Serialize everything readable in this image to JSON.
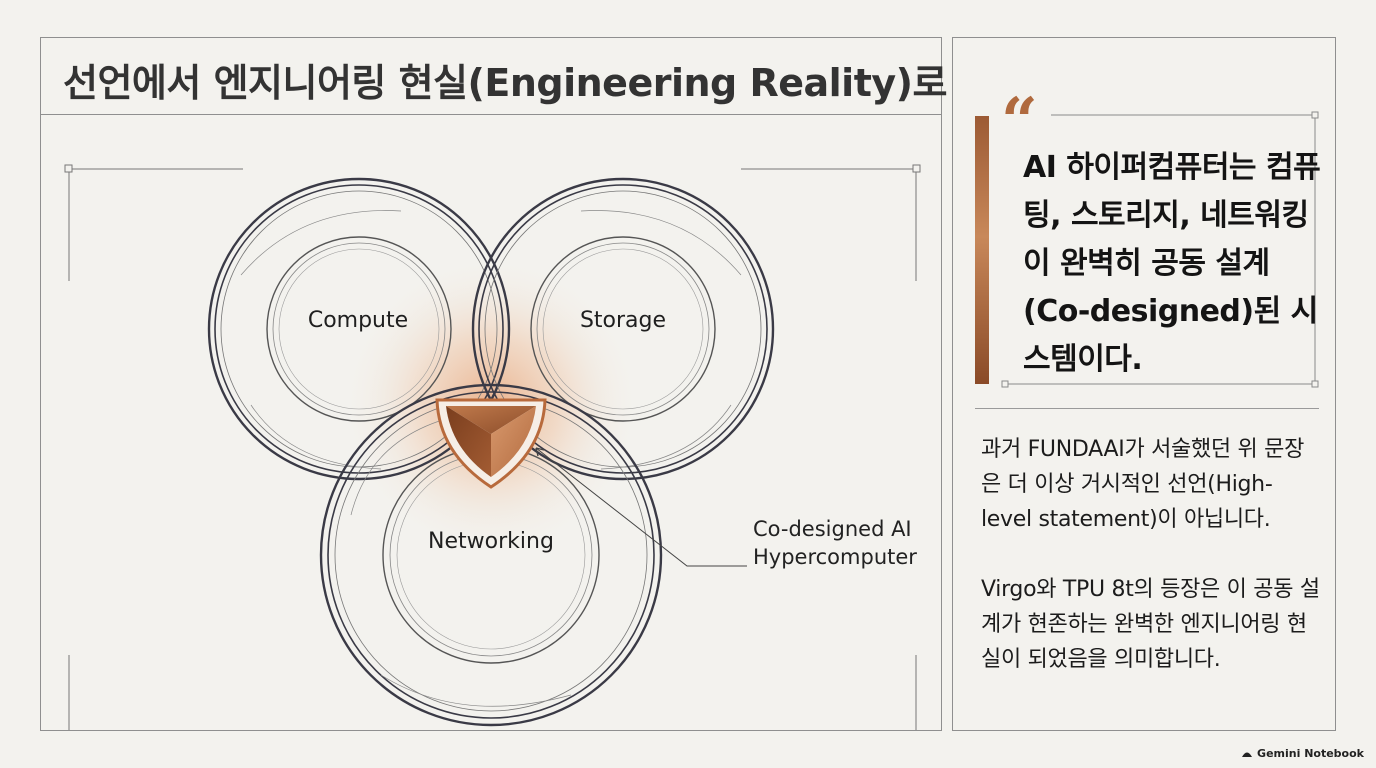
{
  "title": "선언에서 엔지니어링 현실(Engineering Reality)로",
  "diagram": {
    "circles": [
      "Compute",
      "Storage",
      "Networking"
    ],
    "center_label": "Co-designed AI\nHypercomputer",
    "center_label_lines": [
      "Co-designed AI",
      "Hypercomputer"
    ],
    "accent_color": "#b86a3c"
  },
  "quote": {
    "mark": "“",
    "text": "AI 하이퍼컴퓨터는 컴퓨팅, 스토리지, 네트워킹이 완벽히 공동 설계(Co-designed)된 시스템이다."
  },
  "paragraphs": [
    "과거 FUNDAAI가 서술했던 위 문장은 더 이상 거시적인 선언(High-level statement)이 아닙니다.",
    "Virgo와 TPU 8t의 등장은 이 공동 설계가 현존하는 완벽한 엔지니어링 현실이 되었음을 의미합니다."
  ],
  "branding": "Gemini Notebook",
  "colors": {
    "background": "#f3f2ee",
    "border": "#8f8f8f",
    "accent": "#b86a3c"
  }
}
